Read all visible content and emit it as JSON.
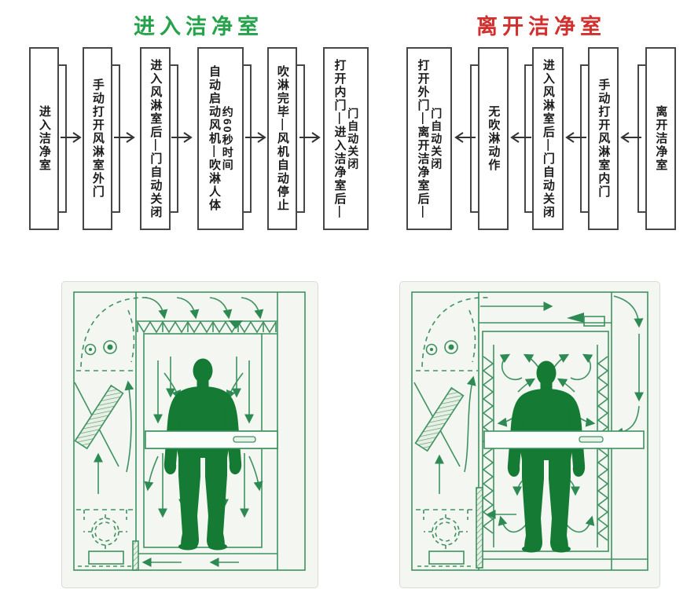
{
  "flow_enter": {
    "title": "进入洁净室",
    "direction": "left-to-right",
    "steps": [
      {
        "main": "进入洁净室"
      },
      {
        "main": "手动打开风淋室外门"
      },
      {
        "main": "进入风淋室后—门自动关闭"
      },
      {
        "main": "自动启动风机—吹淋人体",
        "note": "约60秒时间"
      },
      {
        "main": "吹淋完毕—风机自动停止"
      },
      {
        "main": "打开内门—进入洁净室后—",
        "note": "门自动关闭"
      }
    ]
  },
  "flow_leave": {
    "title": "离开洁净室",
    "direction": "right-to-left",
    "steps": [
      {
        "main": "打开外门—离开洁净室后—",
        "note": "门自动关闭"
      },
      {
        "main": "无吹淋动作"
      },
      {
        "main": "进入风淋室后—门自动关闭"
      },
      {
        "main": "手动打开风淋室内门"
      },
      {
        "main": "离开洁净室"
      }
    ]
  },
  "colors": {
    "title_green": "#26a24b",
    "title_red": "#d1312e",
    "box_border": "#474747",
    "diagram_line_green": "#3f9260",
    "silhouette_green": "#157a33",
    "diagram_background": "#f3f6f1"
  }
}
